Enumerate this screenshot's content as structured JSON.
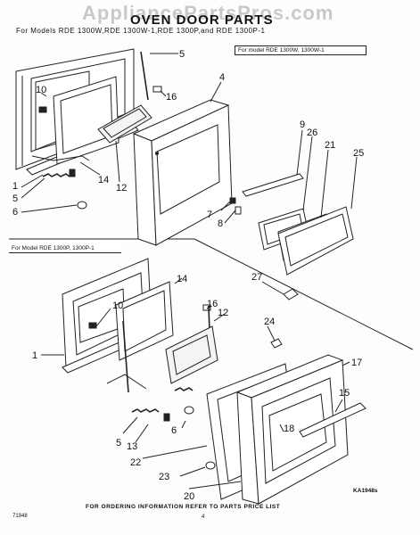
{
  "watermark": "AppliancePartsPros.com",
  "title": "OVEN DOOR PARTS",
  "models_line": "For Models RDE 1300W,RDE 1300W-1,RDE 1300P,and RDE 1300P-1",
  "section_upper_label": "For model RDE 1300W, 1300W-1",
  "section_lower_label": "For Model RDE 1300P, 1300P-1",
  "footer": "FOR ORDERING INFORMATION REFER TO PARTS PRICE LIST",
  "page_code": "71948",
  "page_number": "4",
  "figure_id": "KA1948s",
  "callouts": {
    "upper": [
      "5",
      "4",
      "10",
      "16",
      "9",
      "26",
      "21",
      "25",
      "14",
      "12",
      "1",
      "5",
      "6",
      "7",
      "8",
      "27"
    ],
    "lower": [
      "14",
      "10",
      "16",
      "12",
      "1",
      "24",
      "17",
      "15",
      "18",
      "5",
      "13",
      "6",
      "22",
      "23",
      "20"
    ]
  },
  "colors": {
    "ink": "#222222",
    "paper": "#fdfdfb",
    "watermark": "#c9c9c9"
  }
}
